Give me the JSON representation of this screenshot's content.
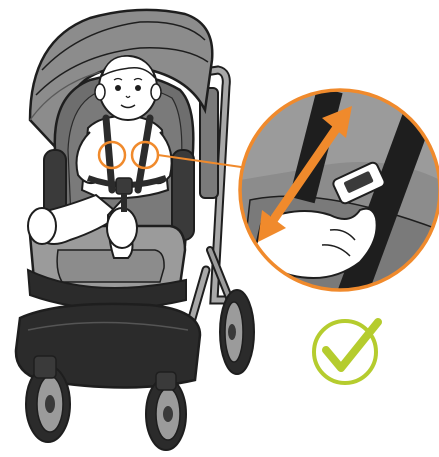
{
  "illustration": {
    "subject": "stroller-with-seated-child",
    "detail_view": "shoulder-strap-height-adjustment",
    "arrow_direction": "up-and-down",
    "status_icon": "checkmark-icon"
  },
  "colors": {
    "accent_orange": "#f08a2c",
    "check_green": "#b5cc2e",
    "stroller_dark": "#3a3a3a",
    "stroller_mid": "#7a7a7a",
    "stroller_light": "#9b9b9b",
    "canopy_gray": "#8c8c8c",
    "frame_gray": "#a8a8a8",
    "outline": "#1e1e1e"
  }
}
